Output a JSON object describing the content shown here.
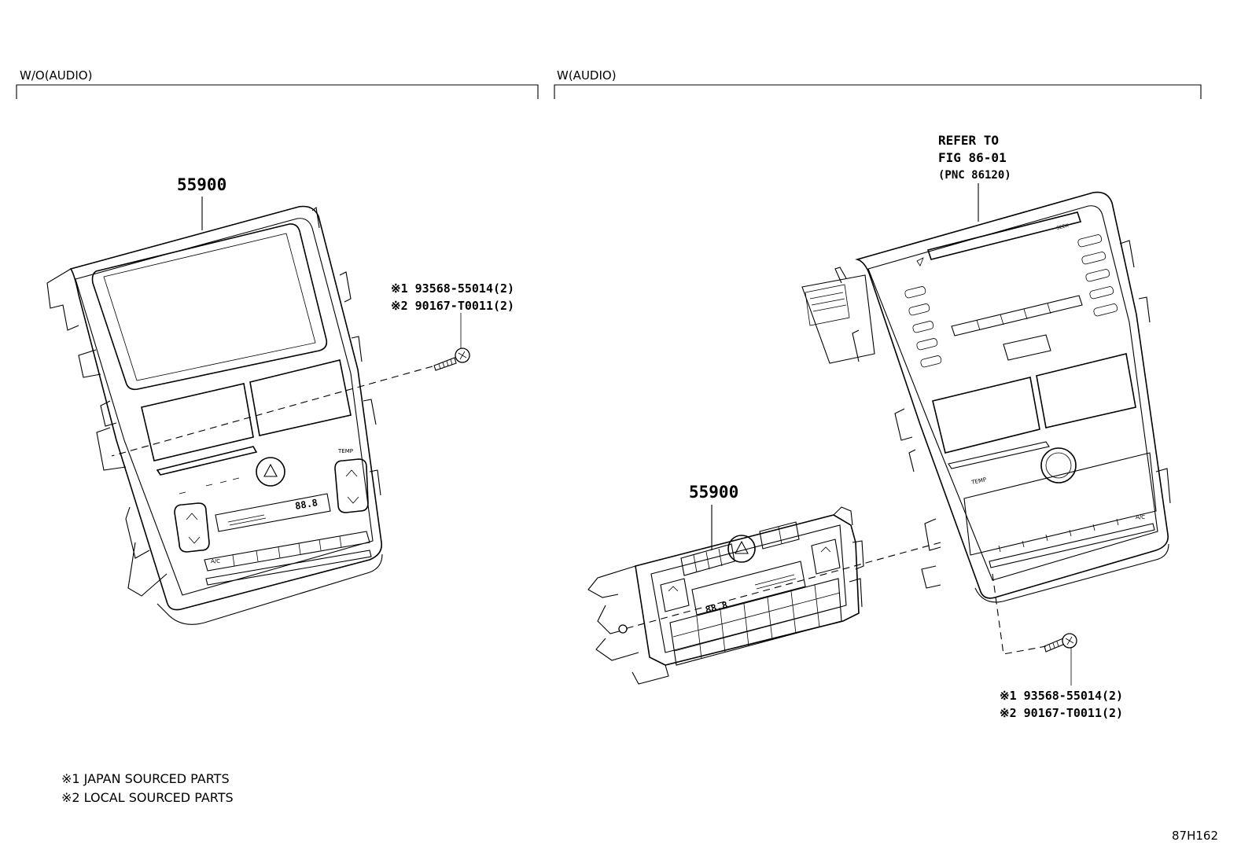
{
  "sections": {
    "left_heading": "W/O(AUDIO)",
    "right_heading": "W(AUDIO)"
  },
  "left_assembly": {
    "part_number": "55900",
    "panel_labels": {
      "temp": "TEMP",
      "ac": "A/C",
      "display_temp": "88.8"
    },
    "screw_note_1": "※1 93568-55014(2)",
    "screw_note_2": "※2 90167-T0011(2)"
  },
  "right_assembly": {
    "part_number": "55900",
    "refer_line_1": "REFER TO",
    "refer_line_2": "FIG 86-01",
    "refer_line_3": "(PNC 86120)",
    "panel_labels": {
      "temp": "TEMP",
      "ac": "A/C",
      "display_temp": "88.8"
    },
    "screw_note_1": "※1 93568-55014(2)",
    "screw_note_2": "※2 90167-T0011(2)"
  },
  "legend": {
    "note_1": "※1 JAPAN SOURCED PARTS",
    "note_2": "※2 LOCAL SOURCED PARTS"
  },
  "figure_code": "87H162"
}
